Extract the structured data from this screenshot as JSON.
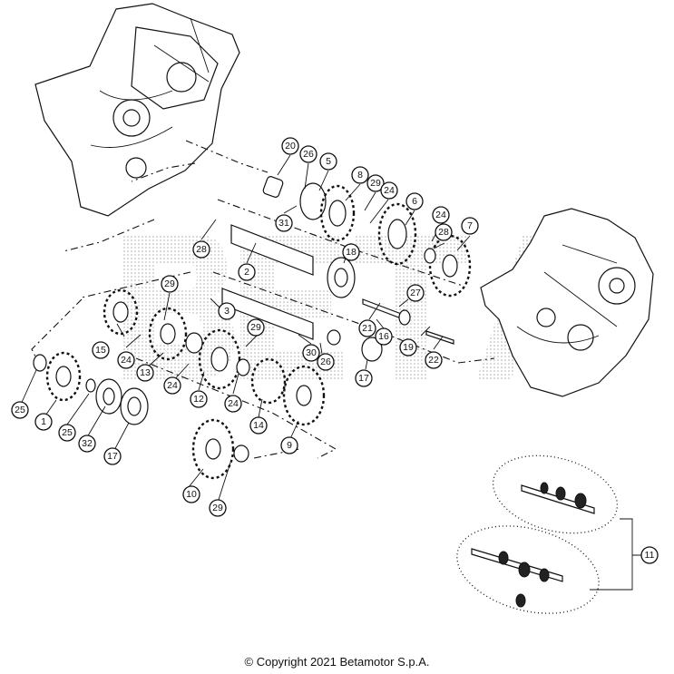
{
  "copyright": "© Copyright 2021 Betamotor S.p.A.",
  "callouts": [
    "1",
    "2",
    "3",
    "5",
    "6",
    "7",
    "8",
    "9",
    "10",
    "11",
    "12",
    "13",
    "14",
    "15",
    "16",
    "17",
    "17",
    "18",
    "19",
    "20",
    "21",
    "22",
    "24",
    "24",
    "24",
    "24",
    "24",
    "25",
    "25",
    "26",
    "26",
    "27",
    "28",
    "28",
    "29",
    "29",
    "29",
    "29",
    "30",
    "31",
    "32"
  ],
  "watermark": "BETA"
}
